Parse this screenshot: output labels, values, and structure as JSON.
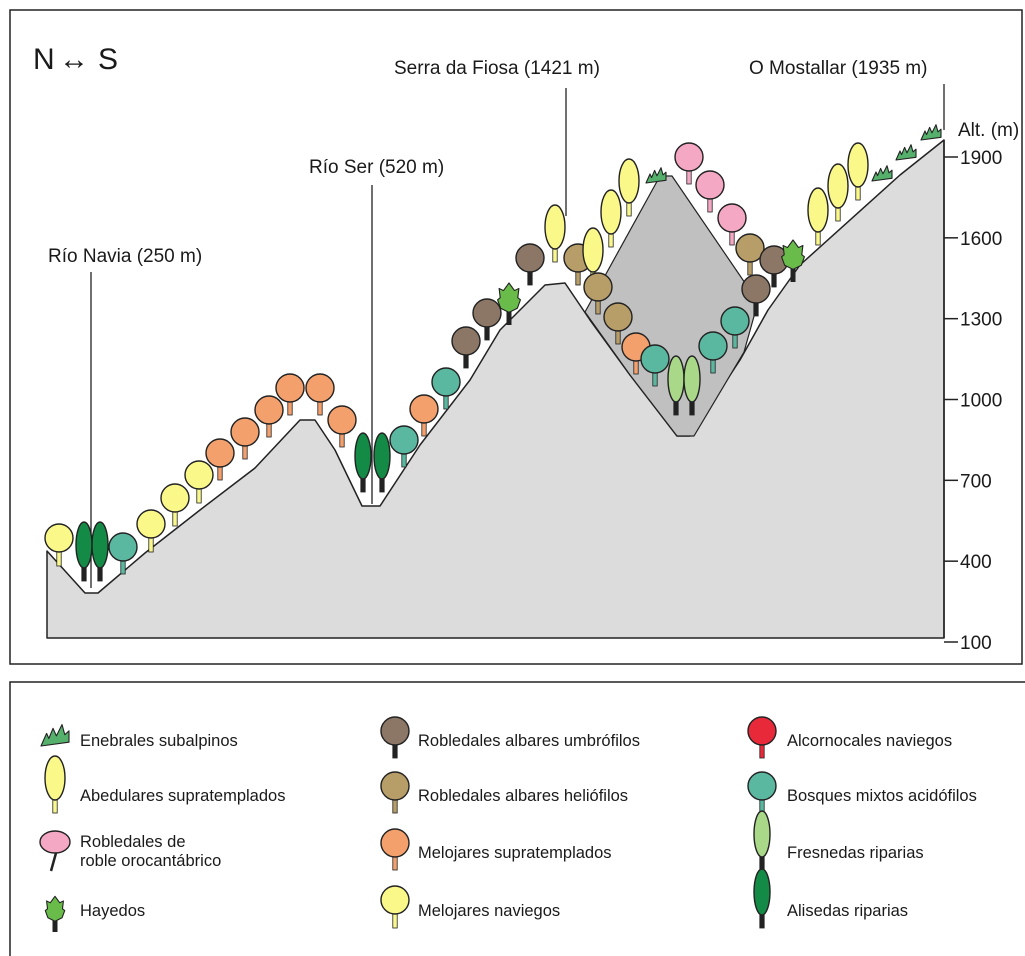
{
  "direction": {
    "north": "N",
    "south": "S",
    "arrow": "↔"
  },
  "axis": {
    "title": "Alt. (m)",
    "ticks": [
      {
        "value": 1900,
        "label": "1900"
      },
      {
        "value": 1600,
        "label": "1600"
      },
      {
        "value": 1300,
        "label": "1300"
      },
      {
        "value": 1000,
        "label": "1000"
      },
      {
        "value": 700,
        "label": "700"
      },
      {
        "value": 400,
        "label": "400"
      },
      {
        "value": 100,
        "label": "100"
      }
    ]
  },
  "locations": [
    {
      "id": "rio-navia",
      "label": "Río Navia (250 m)"
    },
    {
      "id": "rio-ser",
      "label": "Río Ser (520 m)"
    },
    {
      "id": "serra-fiosa",
      "label": "Serra da Fiosa (1421 m)"
    },
    {
      "id": "mostallar",
      "label": "O Mostallar (1935 m)"
    }
  ],
  "legend": {
    "col1": [
      {
        "type": "juniper",
        "label": "Enebrales subalpinos"
      },
      {
        "type": "birch",
        "label": "Abedulares supratemplados"
      },
      {
        "type": "oakpink",
        "label": "Robledales de\nroble orocantábrico"
      },
      {
        "type": "beech",
        "label": "Hayedos"
      }
    ],
    "col2": [
      {
        "type": "oakbrown",
        "label": "Robledales albares umbrófilos"
      },
      {
        "type": "oaktan",
        "label": "Robledales albares heliófilos"
      },
      {
        "type": "pyrorange",
        "label": "Melojares supratemplados"
      },
      {
        "type": "pyryellow",
        "label": "Melojares naviegos"
      }
    ],
    "col3": [
      {
        "type": "cork",
        "label": "Alcornocales naviegos"
      },
      {
        "type": "mixed",
        "label": "Bosques mixtos acidófilos"
      },
      {
        "type": "ash",
        "label": "Fresnedas riparias"
      },
      {
        "type": "alder",
        "label": "Alisedas riparias"
      }
    ]
  },
  "colors": {
    "terrain": "#dcdcdc",
    "inner_terrain": "#c0c0c0",
    "birch": "#fbf88a",
    "pyryellow": "#fbf88a",
    "pyrorange": "#f4a06c",
    "oakbrown": "#8c7766",
    "oaktan": "#b79d68",
    "oakpink": "#f5a8c4",
    "mixed": "#5bb8a0",
    "ash": "#a8d888",
    "alder": "#138a45",
    "cork": "#e8293a",
    "beech": "#69bc4a",
    "juniper": "#55b06c"
  }
}
